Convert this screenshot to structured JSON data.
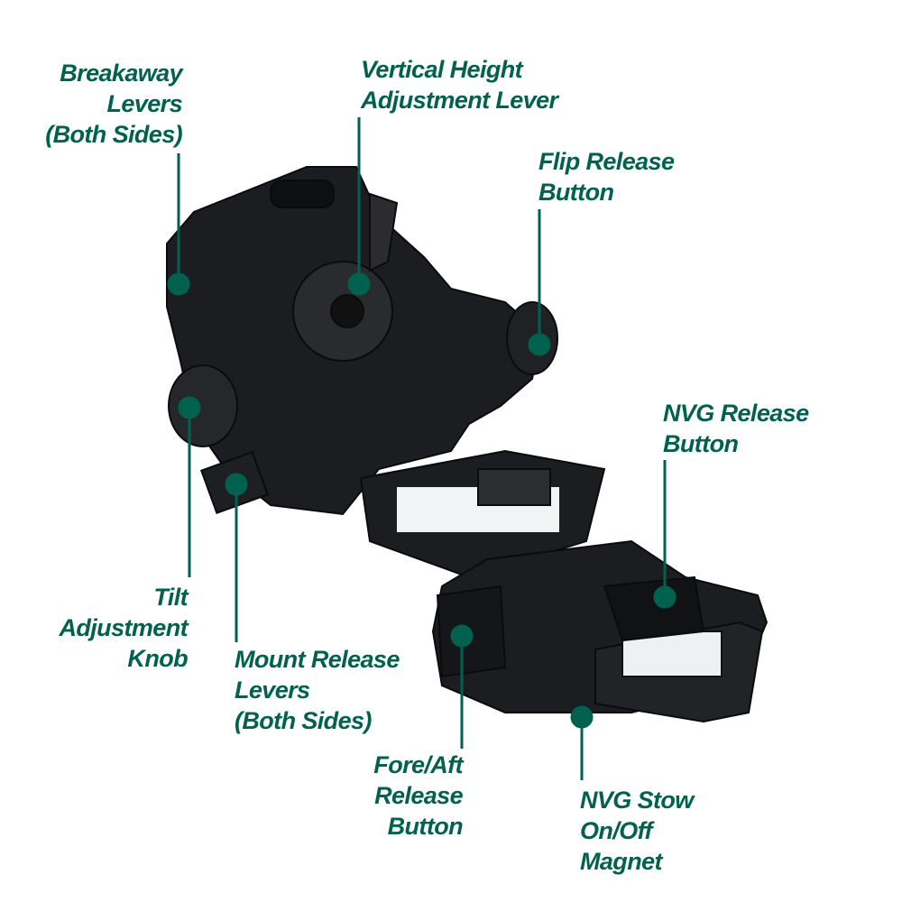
{
  "accent_color": "#00614f",
  "labels": {
    "breakaway": [
      "Breakaway",
      "Levers",
      "(Both Sides)"
    ],
    "vertical": [
      "Vertical Height",
      "Adjustment Lever"
    ],
    "flip": [
      "Flip Release",
      "Button"
    ],
    "nvg_release": [
      "NVG Release",
      "Button"
    ],
    "tilt": [
      "Tilt",
      "Adjustment",
      "Knob"
    ],
    "mount_release": [
      "Mount Release",
      "Levers",
      "(Both Sides)"
    ],
    "fore_aft": [
      "Fore/Aft",
      "Release",
      "Button"
    ],
    "nvg_stow": [
      "NVG Stow",
      "On/Off",
      "Magnet"
    ]
  }
}
